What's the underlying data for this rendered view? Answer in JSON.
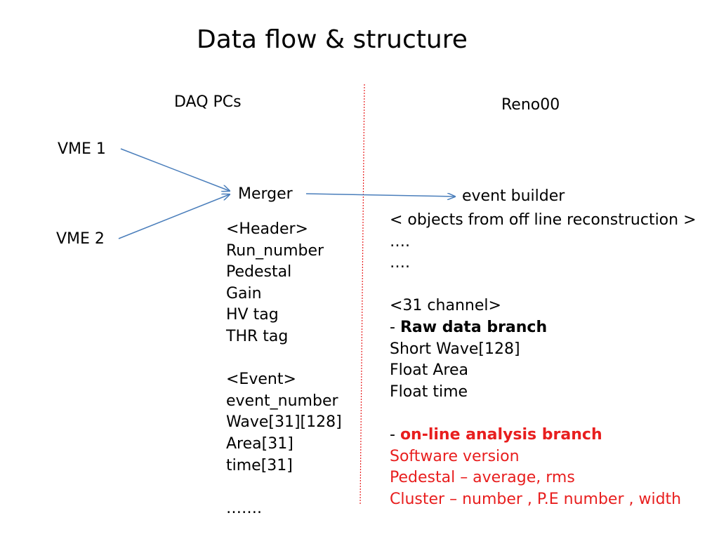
{
  "title": "Data flow & structure",
  "columns": {
    "left_heading": "DAQ PCs",
    "right_heading": "Reno00"
  },
  "nodes": {
    "vme1": "VME 1",
    "vme2": "VME 2",
    "merger": "Merger",
    "event_builder": "event builder"
  },
  "merger_structure": {
    "header_tag": "<Header>",
    "header_fields": [
      "Run_number",
      "Pedestal",
      "Gain",
      "HV tag",
      "THR tag"
    ],
    "event_tag": "<Event>",
    "event_fields": [
      "event_number",
      "Wave[31][128]",
      "Area[31]",
      "time[31]"
    ],
    "ellipsis": "……."
  },
  "reno_structure": {
    "objects_label": "< objects from off line reconstruction >",
    "ellipsis_1": "….",
    "ellipsis_2": "….",
    "channel_tag": "<31 channel>",
    "raw_dash": "- ",
    "raw_branch": "Raw data branch",
    "raw_fields": [
      "Short Wave[128]",
      "Float Area",
      "Float time"
    ],
    "online_dash": "- ",
    "online_branch": "on-line analysis branch",
    "online_fields": [
      "Software version",
      "Pedestal – average, rms",
      "Cluster – number , P.E number , width"
    ]
  },
  "colors": {
    "arrow": "#4a7ebb",
    "divider": "#e81e1e",
    "highlight": "#e81e1e"
  }
}
